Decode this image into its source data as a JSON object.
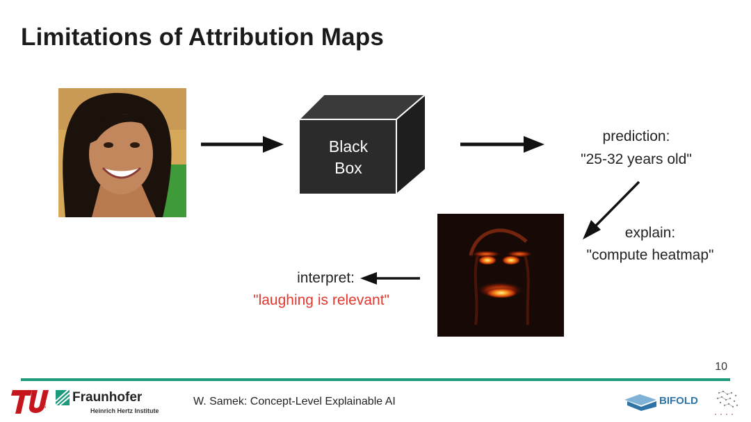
{
  "slide": {
    "title": "Limitations of Attribution Maps",
    "page_number": "10"
  },
  "pipeline": {
    "black_box_label_line1": "Black",
    "black_box_label_line2": "Box",
    "prediction_heading": "prediction:",
    "prediction_value": "\"25-32 years old\"",
    "explain_heading": "explain:",
    "explain_value": "\"compute heatmap\"",
    "interpret_heading": "interpret:",
    "interpret_value": "\"laughing is relevant\""
  },
  "footer": {
    "text": "W. Samek: Concept-Level Explainable AI",
    "fraunhofer_name": "Fraunhofer",
    "fraunhofer_sub": "Heinrich Hertz Institute",
    "bifold_name": "BIFOLD",
    "tu_small": "berlin"
  },
  "colors": {
    "accent_line": "#1d9a7c",
    "interpret_text": "#e2372d",
    "bifold_blue": "#2f73a7",
    "tu_red": "#c5161d"
  }
}
